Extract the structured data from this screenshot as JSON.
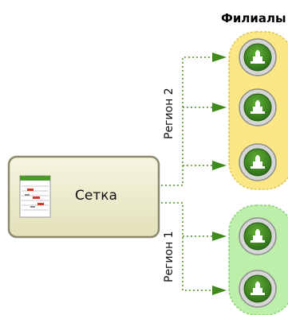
{
  "header": {
    "title": "Филиалы"
  },
  "grid_node": {
    "label": "Сетка"
  },
  "regions": [
    {
      "label": "Регион 2",
      "group_color": "#fbe884",
      "group_stroke": "#d8c65a",
      "branches": 3
    },
    {
      "label": "Регион 1",
      "group_color": "#bdeeaa",
      "group_stroke": "#8ccf7a",
      "branches": 2
    }
  ],
  "colors": {
    "node_fill": "#ecebc9",
    "node_stroke": "#8b8a6e",
    "connector": "#4f8c22",
    "arrow": "#3f8a1c",
    "branch_icon": "#3e7f22"
  }
}
